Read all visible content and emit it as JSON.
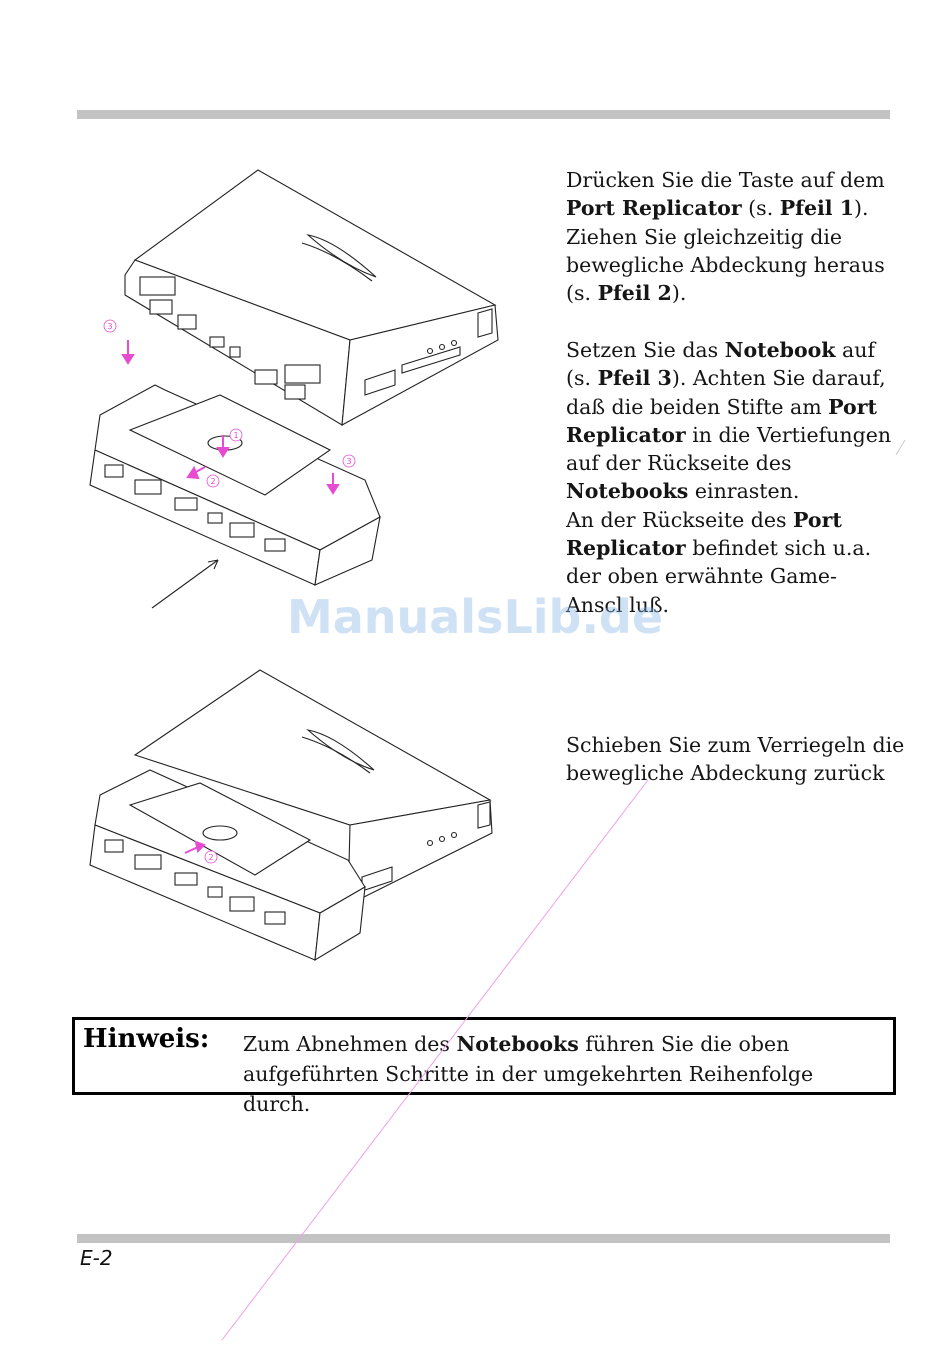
{
  "paragraph1": [
    {
      "text": "Drücken Sie die Taste auf dem",
      "bold": false
    },
    {
      "text": "\n",
      "bold": false
    },
    {
      "text": "Port Replicator",
      "bold": true
    },
    {
      "text": " (s. ",
      "bold": false
    },
    {
      "text": "Pfeil 1",
      "bold": true
    },
    {
      "text": ").\nZiehen Sie gleichzeitig die\nbewegliche Abdeckung heraus\n(s. ",
      "bold": false
    },
    {
      "text": "Pfeil 2",
      "bold": true
    },
    {
      "text": ").",
      "bold": false
    }
  ],
  "paragraph2": [
    {
      "text": "Setzen Sie das ",
      "bold": false
    },
    {
      "text": "Notebook",
      "bold": true
    },
    {
      "text": " auf\n(s. ",
      "bold": false
    },
    {
      "text": "Pfeil 3",
      "bold": true
    },
    {
      "text": "). Achten Sie darauf,\ndaß die beiden Stifte am ",
      "bold": false
    },
    {
      "text": "Port\nReplicator",
      "bold": true
    },
    {
      "text": " in die Vertiefungen\nauf der Rückseite des\n",
      "bold": false
    },
    {
      "text": "Notebooks",
      "bold": true
    },
    {
      "text": " einrasten.\nAn der Rückseite des ",
      "bold": false
    },
    {
      "text": "Port\nReplicator",
      "bold": true
    },
    {
      "text": " befindet sich u.a.\nder oben erwähnte Game-\nAnscl luß.",
      "bold": false
    }
  ],
  "paragraph3": [
    {
      "text": "Schieben Sie zum Verriegeln die\nbewegliche Abdeckung zurück",
      "bold": false
    }
  ],
  "figure_labels": [
    "①",
    "②",
    "③"
  ],
  "watermark": "ManualsLib.de",
  "note": {
    "label": "Hinweis:",
    "segments": [
      {
        "text": "Zum Abnehmen des ",
        "bold": false
      },
      {
        "text": "Notebooks",
        "bold": true
      },
      {
        "text": " führen Sie die oben\naufgeführten Schritte in der umgekehrten Reihenfolge durch.",
        "bold": false
      }
    ]
  },
  "page_number": "E-2",
  "colors": {
    "rule": "#c3c3c3",
    "arrow_accent": "#e64bd2",
    "watermark": "#82afe1"
  }
}
